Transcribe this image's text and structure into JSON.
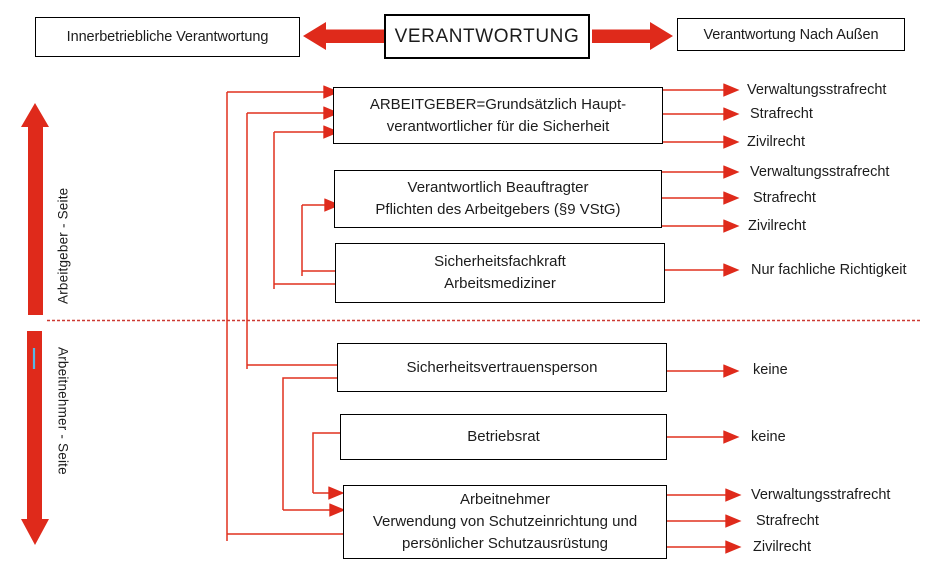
{
  "colors": {
    "accent_red": "#DF2A1B",
    "divider_red": "#CD3A32",
    "cyan_mark": "#56B7E6",
    "box_border": "#000000",
    "text": "#1C1C1C"
  },
  "header": {
    "left_box": "Innerbetriebliche Verantwortung",
    "center_box": "VERANTWORTUNG",
    "right_box": "Verantwortung Nach Außen"
  },
  "side_labels": {
    "employer": "Arbeitgeber - Seite",
    "employee": "Arbeitnehmer - Seite"
  },
  "boxes": [
    {
      "lines": [
        "ARBEITGEBER=Grundsätzlich Haupt-",
        "verantwortlicher für die Sicherheit"
      ]
    },
    {
      "lines": [
        "Verantwortlich Beauftragter",
        "Pflichten des Arbeitgebers (§9 VStG)"
      ]
    },
    {
      "lines": [
        "Sicherheitsfachkraft",
        "Arbeitsmediziner"
      ]
    },
    {
      "lines": [
        "Sicherheitsvertrauensperson"
      ]
    },
    {
      "lines": [
        "Betriebsrat"
      ]
    },
    {
      "lines": [
        "Arbeitnehmer",
        "Verwendung von Schutzeinrichtung und",
        "persönlicher Schutzausrüstung"
      ]
    }
  ],
  "outcomes": [
    "Verwaltungsstrafrecht",
    "Strafrecht",
    "Zivilrecht",
    "Verwaltungsstrafrecht",
    "Strafrecht",
    "Zivilrecht",
    "Nur fachliche Richtigkeit",
    "keine",
    "keine",
    "Verwaltungsstrafrecht",
    "Strafrecht",
    "Zivilrecht"
  ]
}
